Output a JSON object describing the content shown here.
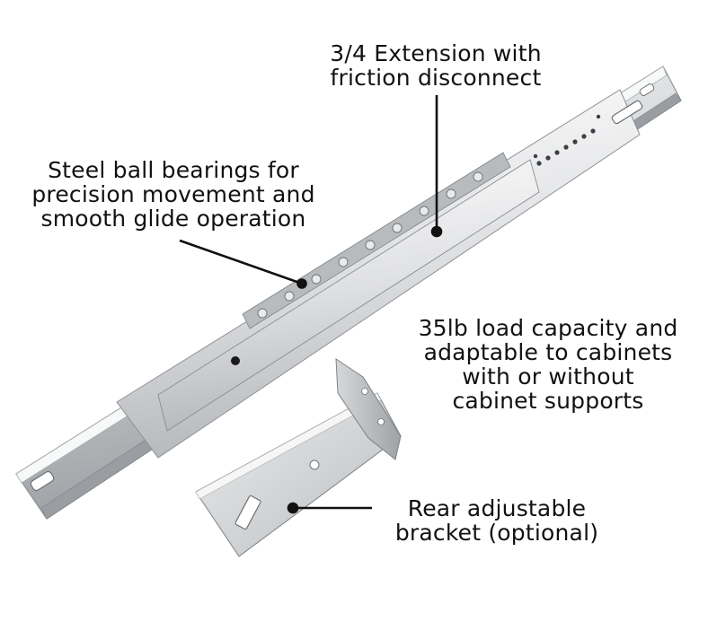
{
  "annotations": {
    "extension": {
      "line1": "3/4 Extension with",
      "line2": "friction disconnect"
    },
    "bearings": {
      "line1": "Steel ball bearings for",
      "line2": "precision movement and",
      "line3": "smooth glide operation"
    },
    "load": {
      "line1": "35lb load capacity and",
      "line2": "adaptable to cabinets",
      "line3": "with or without",
      "line4": "cabinet supports"
    },
    "bracket": {
      "line1": "Rear adjustable",
      "line2": "bracket (optional)"
    }
  },
  "colors": {
    "text": "#111111",
    "steel_light": "#e6e7e9",
    "steel_mid": "#c4c6c9",
    "steel_dark": "#8e9194",
    "leader": "#111111"
  },
  "icons": [
    "drawer-slide-rail-image",
    "rear-bracket-image"
  ]
}
